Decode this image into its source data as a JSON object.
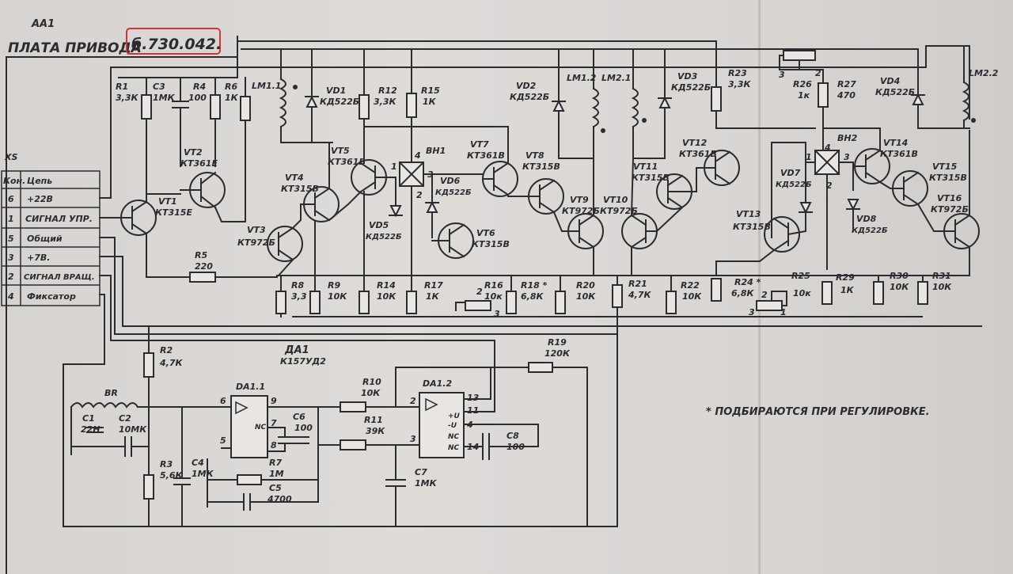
{
  "board": {
    "designator": "АА1",
    "title": "ПЛАТА ПРИВОДА",
    "number": "б.730.042."
  },
  "connector": {
    "designator": "XS",
    "header_pin": "Кон.",
    "header_circuit": "Цепь",
    "rows": [
      {
        "pin": "6",
        "circuit": "+22В"
      },
      {
        "pin": "1",
        "circuit": "СИГНАЛ УПР."
      },
      {
        "pin": "5",
        "circuit": "Общий"
      },
      {
        "pin": "3",
        "circuit": "+7В."
      },
      {
        "pin": "2",
        "circuit": "СИГНАЛ ВРАЩ."
      },
      {
        "pin": "4",
        "circuit": "Фиксатор"
      }
    ]
  },
  "ic": {
    "designator": "ДА1",
    "type": "К157УД2",
    "half1": "DA1.1",
    "half2": "DA1.2"
  },
  "note": "* ПОДБИРАЮТСЯ ПРИ РЕГУЛИРОВКЕ.",
  "components": {
    "R1": [
      "R1",
      "3,3К"
    ],
    "C3": [
      "C3",
      "1МК"
    ],
    "R4": [
      "R4",
      "100"
    ],
    "R6": [
      "R6",
      "1К"
    ],
    "LM11": [
      "LM1.1"
    ],
    "VD1": [
      "VD1",
      "КД522Б"
    ],
    "R12": [
      "R12",
      "3,3К"
    ],
    "R15": [
      "R15",
      "1К"
    ],
    "VD2": [
      "VD2",
      "КД522Б"
    ],
    "LM12": [
      "LM1.2"
    ],
    "LM21": [
      "LM2.1"
    ],
    "VD3": [
      "VD3",
      "КД522Б"
    ],
    "R23": [
      "R23",
      "3,3К"
    ],
    "R26": [
      "R26",
      "1к"
    ],
    "R27": [
      "R27",
      "470"
    ],
    "VD4": [
      "VD4",
      "КД522Б"
    ],
    "LM22": [
      "LM2.2"
    ],
    "VT1": [
      "VT1",
      "КТ315Е"
    ],
    "VT2": [
      "VT2",
      "КТ361Е"
    ],
    "VT3": [
      "VT3",
      "КТ972Б"
    ],
    "VT4": [
      "VT4",
      "КТ315В"
    ],
    "VT5": [
      "VT5",
      "КТ361В"
    ],
    "VT6": [
      "VT6",
      "КТ315В"
    ],
    "VT7": [
      "VT7",
      "КТ361В"
    ],
    "VT8": [
      "VT8",
      "КТ315В"
    ],
    "VT9": [
      "VT9",
      "КТ972Б"
    ],
    "VT10": [
      "VT10",
      "КТ972Б"
    ],
    "VT11": [
      "VT11",
      "КТ315В"
    ],
    "VT12": [
      "VT12",
      "КТ361В"
    ],
    "VT13": [
      "VT13",
      "КТ315В"
    ],
    "VT14": [
      "VT14",
      "КТ361В"
    ],
    "VT15": [
      "VT15",
      "КТ315В"
    ],
    "VT16": [
      "VT16",
      "КТ972Б"
    ],
    "BH1": [
      "ВН1"
    ],
    "BH2": [
      "ВН2"
    ],
    "VD5": [
      "VD5",
      "КД522Б"
    ],
    "VD6": [
      "VD6",
      "КД522Б"
    ],
    "VD7": [
      "VD7",
      "КД522Б"
    ],
    "VD8": [
      "VD8",
      "КД522Б"
    ],
    "R5": [
      "R5",
      "220"
    ],
    "R8": [
      "R8",
      "3,3"
    ],
    "R9": [
      "R9",
      "10К"
    ],
    "R14": [
      "R14",
      "10К"
    ],
    "R17": [
      "R17",
      "1К"
    ],
    "R16": [
      "R16",
      "10к"
    ],
    "R18": [
      "R18 *",
      "6,8К"
    ],
    "R20": [
      "R20",
      "10К"
    ],
    "R21": [
      "R21",
      "4,7К"
    ],
    "R22": [
      "R22",
      "10К"
    ],
    "R24": [
      "R24 *",
      "6,8К"
    ],
    "R25": [
      "R25",
      "10к"
    ],
    "R29": [
      "R29",
      "1К"
    ],
    "R30": [
      "R30",
      "10К"
    ],
    "R31": [
      "R31",
      "10К"
    ],
    "R2": [
      "R2",
      "4,7К"
    ],
    "BR": [
      "BR"
    ],
    "C1": [
      "C1",
      "22Н"
    ],
    "C2": [
      "C2",
      "10МК"
    ],
    "R3": [
      "R3",
      "5,6К"
    ],
    "C4": [
      "C4",
      "1МК"
    ],
    "R7": [
      "R7",
      "1М"
    ],
    "C5": [
      "C5",
      "4700"
    ],
    "C6": [
      "C6",
      "100"
    ],
    "R10": [
      "R10",
      "10К"
    ],
    "R11": [
      "R11",
      "39К"
    ],
    "R19": [
      "R19",
      "120К"
    ],
    "C7": [
      "C7",
      "1МК"
    ],
    "C8": [
      "C8",
      "100"
    ]
  },
  "pins": {
    "bh1": [
      "1",
      "2",
      "3",
      "4"
    ],
    "bh2": [
      "1",
      "2",
      "3",
      "4"
    ],
    "da11": [
      "6",
      "9",
      "7",
      "8",
      "5"
    ],
    "da11_nc": "NC",
    "da12": [
      "2",
      "13",
      "11",
      "3",
      "4",
      "14"
    ],
    "da12_marks": [
      "+U",
      "-U",
      "NC",
      "NC"
    ],
    "pot": [
      "1",
      "2",
      "3"
    ]
  },
  "colors": {
    "ink": "#2b2b30",
    "paper": "#dcd9d7",
    "highlight": "#d23434"
  }
}
